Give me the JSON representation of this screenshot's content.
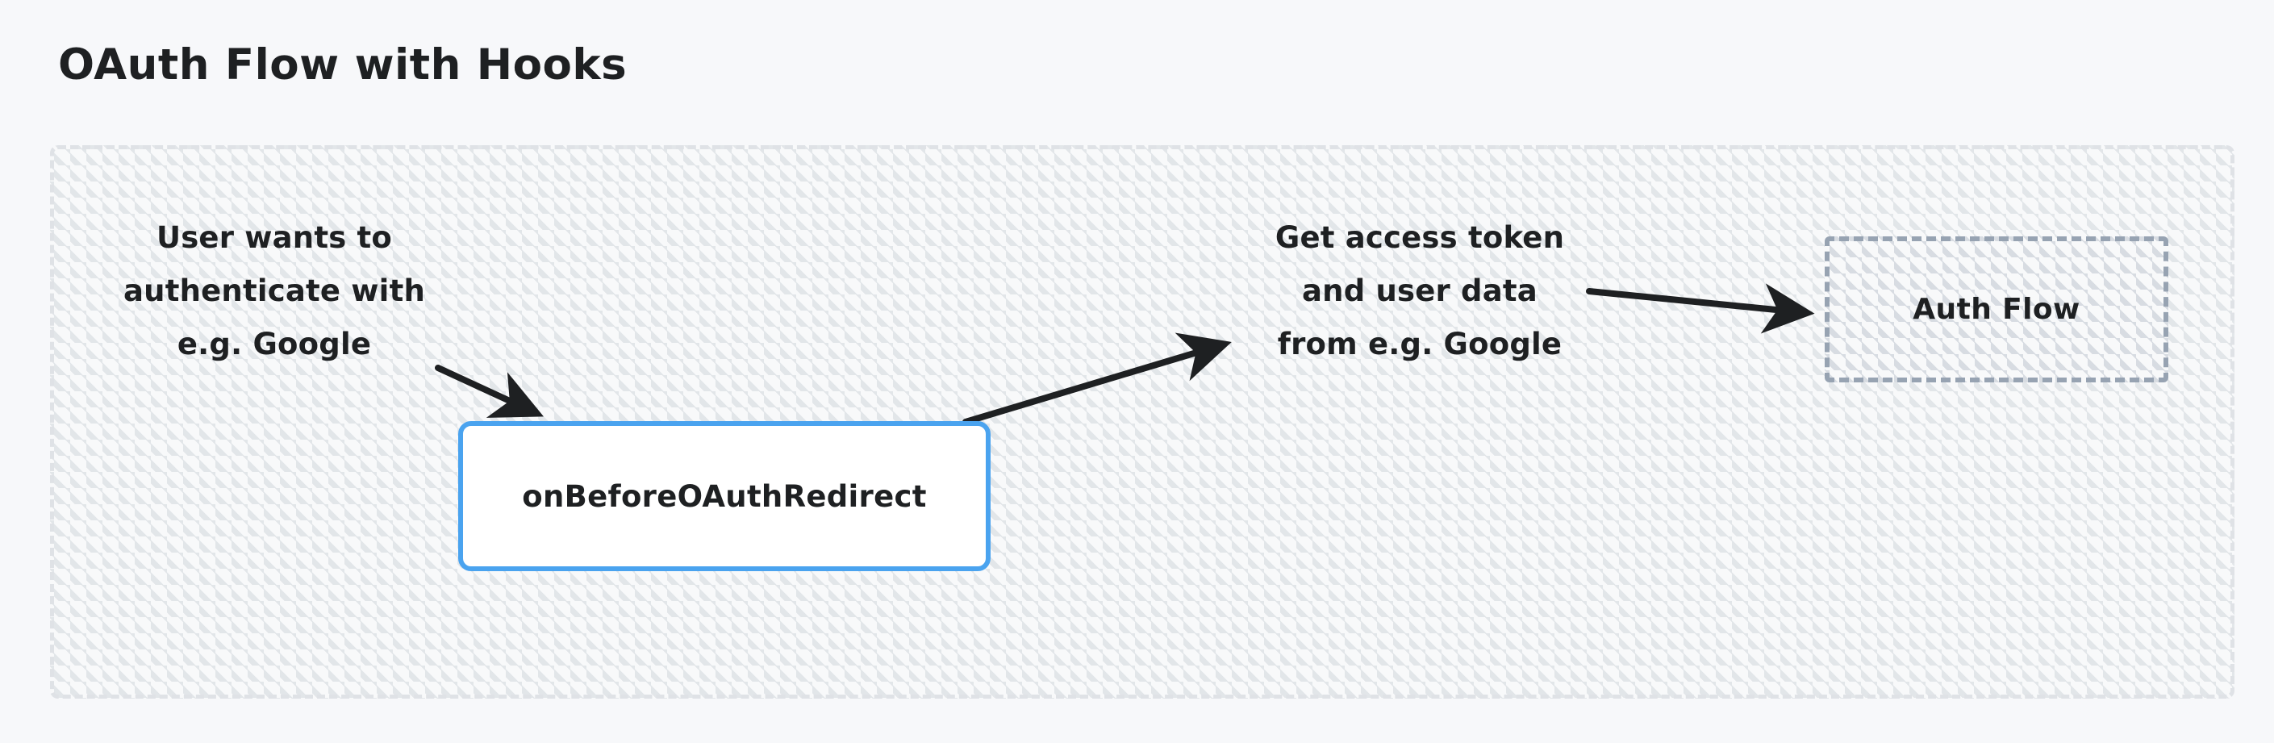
{
  "diagram": {
    "title": "OAuth Flow with Hooks",
    "type": "flowchart",
    "direction": "left-to-right",
    "colors": {
      "page_background": "#f7f8fa",
      "container_border": "#dfe2e6",
      "container_fill": "#f8f9fa",
      "process_node_border": "#4aa3ef",
      "process_node_fill": "#ffffff",
      "subflow_node_border": "#97a3b2",
      "text": "#1e2022",
      "arrow": "#1e2022"
    },
    "container": {
      "name": "oauth-flow-subgraph",
      "style": "dashed-hatched"
    },
    "nodes": [
      {
        "id": "on-before-oauth-redirect",
        "label": "onBeforeOAuthRedirect",
        "shape": "rounded-rectangle",
        "style": "solid-blue-border"
      },
      {
        "id": "auth-flow",
        "label": "Auth Flow",
        "shape": "rectangle",
        "style": "dashed-gray-border-hatched"
      }
    ],
    "edges": [
      {
        "id": "edge-user-to-hook",
        "label": "User wants to\nauthenticate with\ne.g. Google",
        "from": "start",
        "to": "on-before-oauth-redirect",
        "arrowhead": "filled"
      },
      {
        "id": "edge-hook-to-token",
        "label": "Get access token\nand user data\nfrom e.g. Google",
        "from": "on-before-oauth-redirect",
        "to": "auth-flow",
        "arrowhead": "filled"
      },
      {
        "id": "edge-token-to-auth-flow",
        "label": "",
        "from": "token-label",
        "to": "auth-flow",
        "arrowhead": "filled"
      }
    ]
  }
}
